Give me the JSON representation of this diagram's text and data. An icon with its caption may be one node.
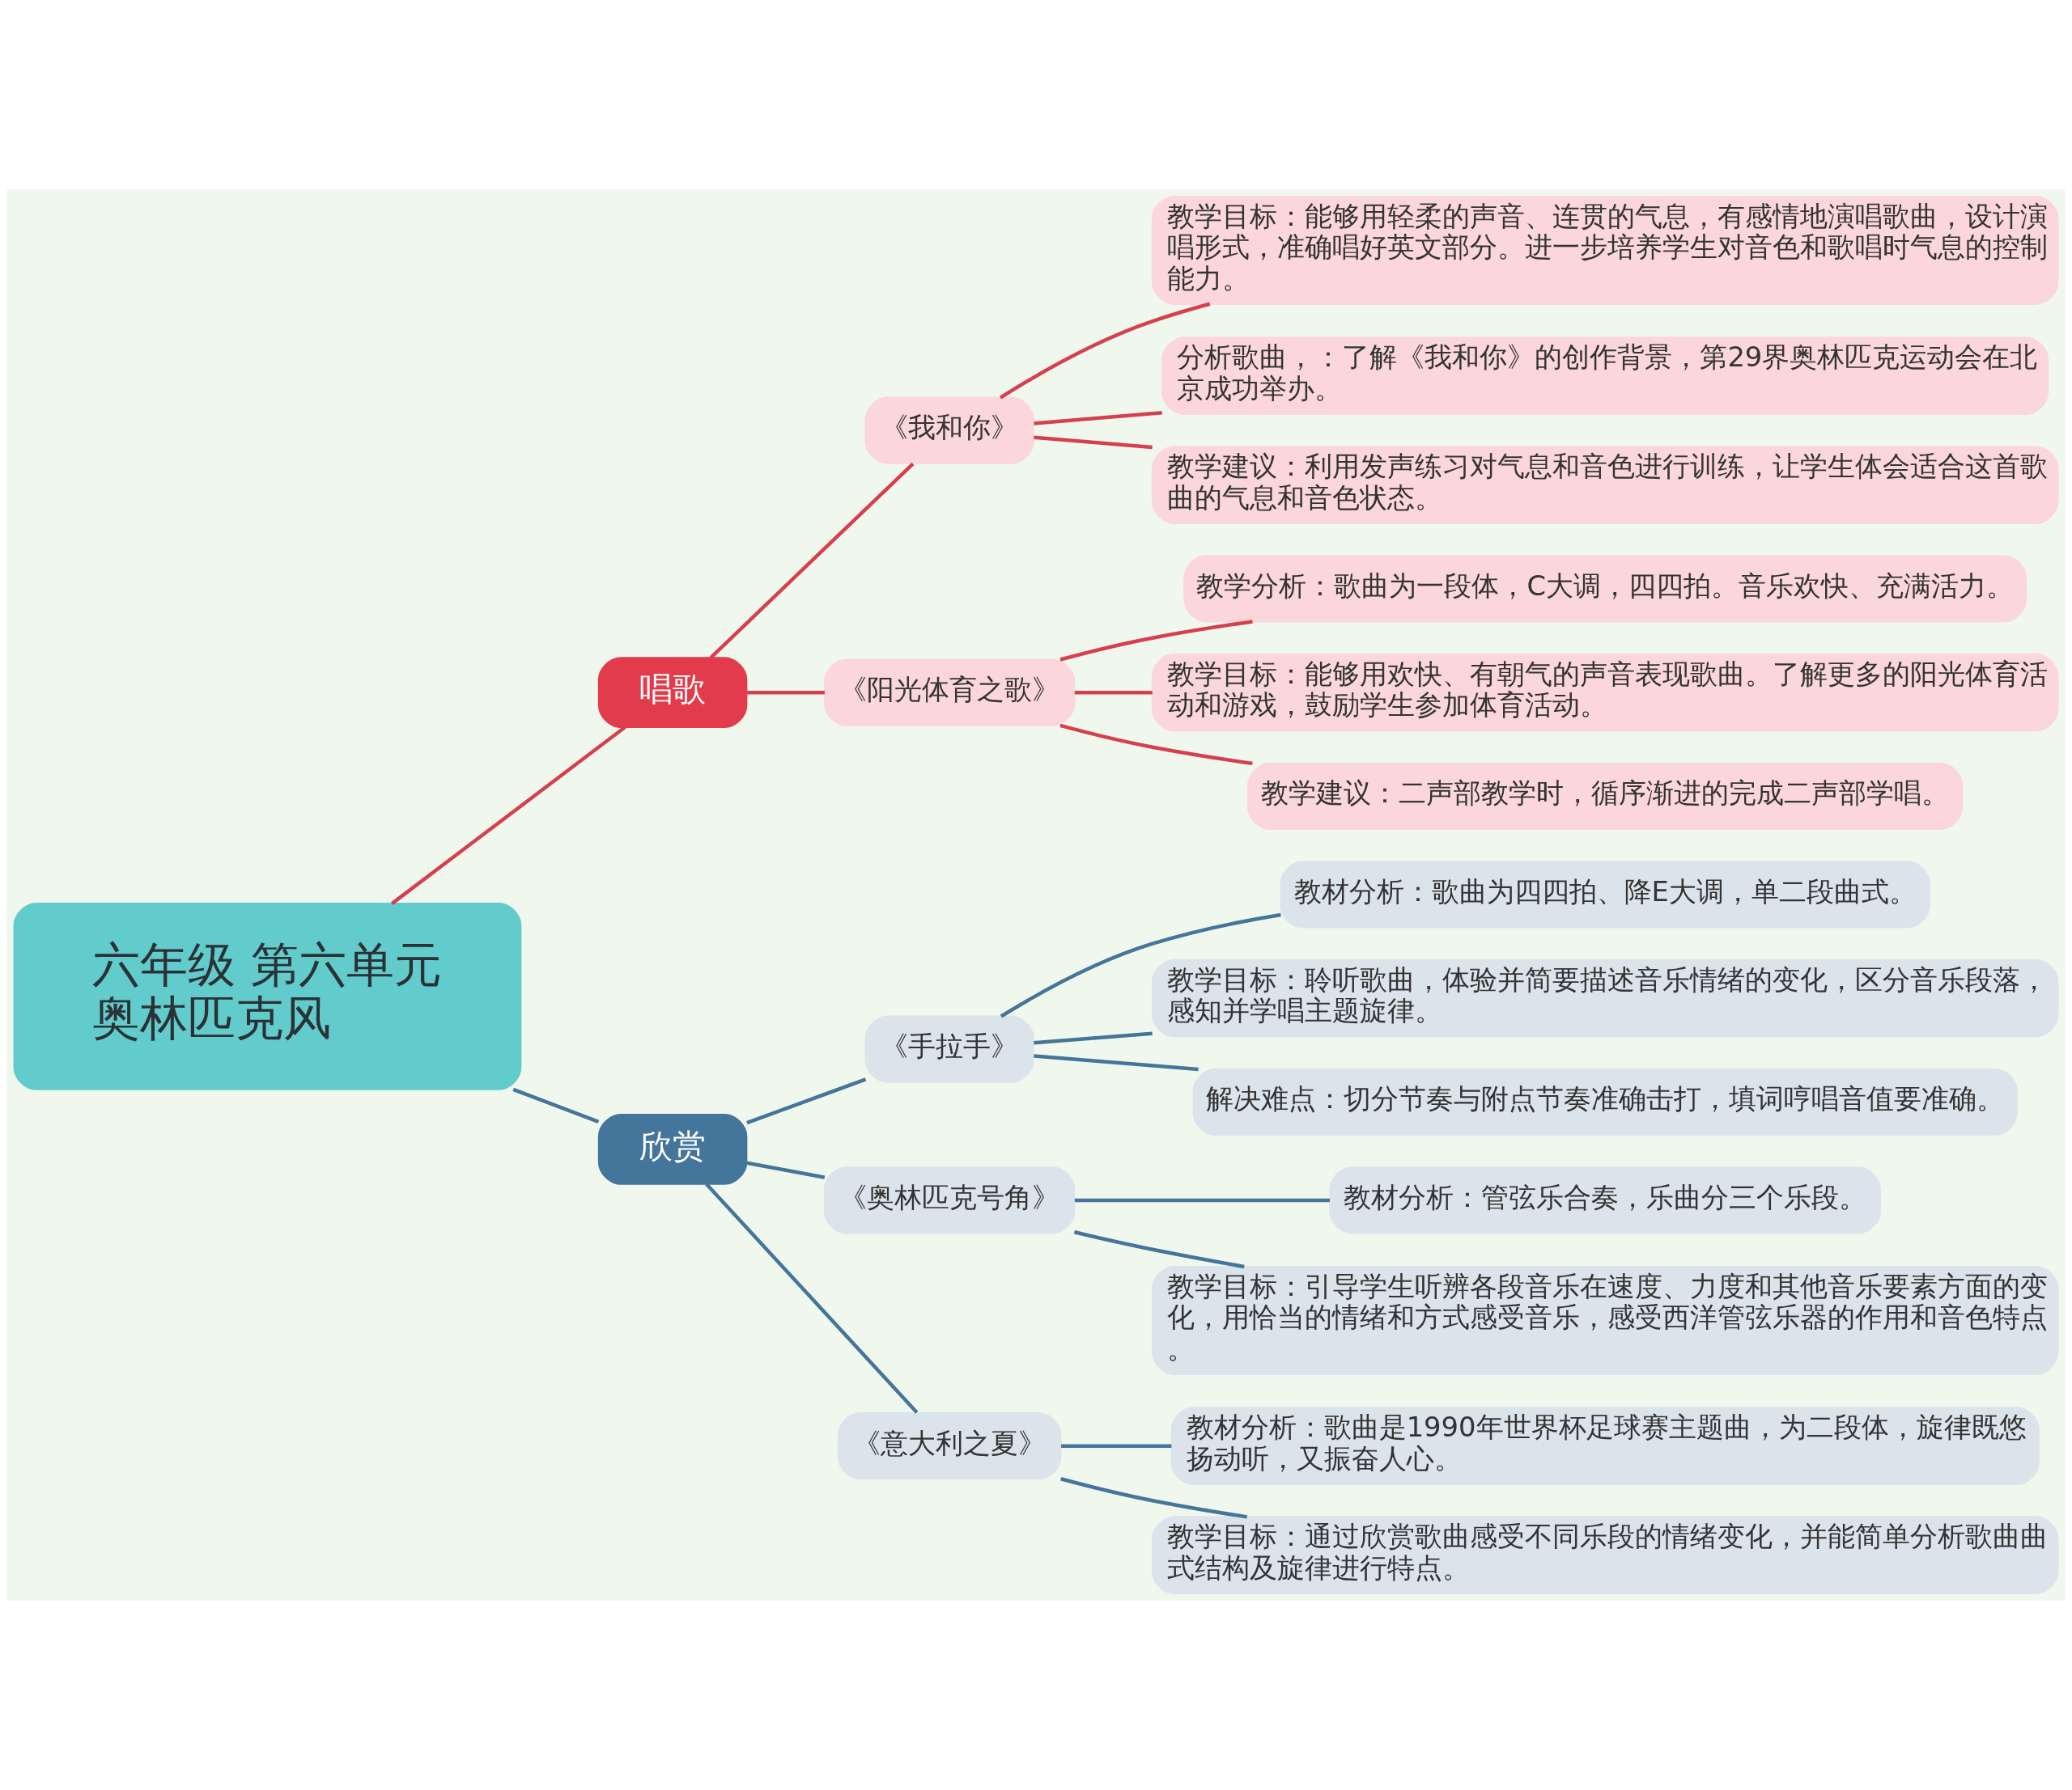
{
  "diagram": {
    "nodes": [
      {
        "text": [
          "六年级 第六单元奥林匹克风"
        ]
      },
      {
        "text": [
          "唱歌"
        ]
      },
      {
        "text": [
          "《我和你》"
        ]
      },
      {
        "text": [
          "教学目标：能够用轻柔的声音、连贯的气息，有感情地演唱歌曲，设计演唱形式，准确唱好英文部分。进一步培养学生对音色和歌唱时气息的控制能力。"
        ]
      },
      {
        "text": [
          "分析歌曲，：了解《我和你》的创作背景，第29界奥林匹克运动会在北京成功举办。"
        ]
      },
      {
        "text": [
          "教学建议：利用发声练习对气息和音色进行训练，让学生体会适合这首歌曲的气息和音色状态。"
        ]
      },
      {
        "text": [
          "《阳光体育之歌》"
        ]
      },
      {
        "text": [
          "教学分析：歌曲为一段体，C大调，四四拍。音乐欢快、充满活力。"
        ]
      },
      {
        "text": [
          "教学目标：能够用欢快、有朝气的声音表现歌曲。了解更多的阳光体育活动和游戏，鼓励学生参加体育活动。"
        ]
      },
      {
        "text": [
          "教学建议：二声部教学时，循序渐进的完成二声部学唱。"
        ]
      },
      {
        "text": [
          "欣赏"
        ]
      },
      {
        "text": [
          "《手拉手》"
        ]
      },
      {
        "text": [
          "教材分析：歌曲为四四拍、降E大调，单二段曲式。"
        ]
      },
      {
        "text": [
          "教学目标：聆听歌曲，体验并简要描述音乐情绪的变化，区分音乐段落，感知并学唱主题旋律。"
        ]
      },
      {
        "text": [
          "解决难点：切分节奏与附点节奏准确击打，填词哼唱音值要准确。"
        ]
      },
      {
        "text": [
          "《奥林匹克号角》"
        ]
      },
      {
        "text": [
          "教材分析：管弦乐合奏，乐曲分三个乐段。"
        ]
      },
      {
        "text": [
          "教学目标：引导学生听辨各段音乐在速度、力度和其他音乐要素方面的变化，用恰当的情绪和方式感受音乐，感受西洋管弦乐器的作用和音色特点。"
        ]
      },
      {
        "text": [
          "《意大利之夏》"
        ]
      },
      {
        "text": [
          "教材分析：歌曲是1990年世界杯足球赛主题曲，为二段体，旋律既悠扬动听，又振奋人心。"
        ]
      },
      {
        "text": [
          "教学目标：通过欣赏歌曲感受不同乐段的情绪变化，并能简单分析歌曲曲式结构及旋律进行特点。"
        ]
      }
    ],
    "edges": [
      {
        "from": 0,
        "to": 1,
        "arrow": "none",
        "color": "#d6404e"
      },
      {
        "from": 1,
        "to": 2,
        "arrow": "none",
        "color": "#d6404e"
      },
      {
        "from": 2,
        "to": 3,
        "arrow": "none",
        "color": "#d6404e"
      },
      {
        "from": 2,
        "to": 4,
        "arrow": "none",
        "color": "#d6404e"
      },
      {
        "from": 2,
        "to": 5,
        "arrow": "none",
        "color": "#d6404e"
      },
      {
        "from": 1,
        "to": 6,
        "arrow": "none",
        "color": "#d6404e"
      },
      {
        "from": 6,
        "to": 7,
        "arrow": "none",
        "color": "#d6404e"
      },
      {
        "from": 6,
        "to": 8,
        "arrow": "none",
        "color": "#d6404e"
      },
      {
        "from": 6,
        "to": 9,
        "arrow": "none",
        "color": "#d6404e"
      },
      {
        "from": 0,
        "to": 10,
        "arrow": "none",
        "color": "#45759a"
      },
      {
        "from": 10,
        "to": 11,
        "arrow": "none",
        "color": "#45759a"
      },
      {
        "from": 11,
        "to": 12,
        "arrow": "none",
        "color": "#45759a"
      },
      {
        "from": 11,
        "to": 13,
        "arrow": "none",
        "color": "#45759a"
      },
      {
        "from": 11,
        "to": 14,
        "arrow": "none",
        "color": "#45759a"
      },
      {
        "from": 10,
        "to": 15,
        "arrow": "none",
        "color": "#45759a"
      },
      {
        "from": 15,
        "to": 16,
        "arrow": "none",
        "color": "#45759a"
      },
      {
        "from": 15,
        "to": 17,
        "arrow": "none",
        "color": "#45759a"
      },
      {
        "from": 10,
        "to": 18,
        "arrow": "none",
        "color": "#45759a"
      },
      {
        "from": 18,
        "to": 19,
        "arrow": "none",
        "color": "#45759a"
      },
      {
        "from": 18,
        "to": 20,
        "arrow": "none",
        "color": "#45759a"
      }
    ]
  }
}
